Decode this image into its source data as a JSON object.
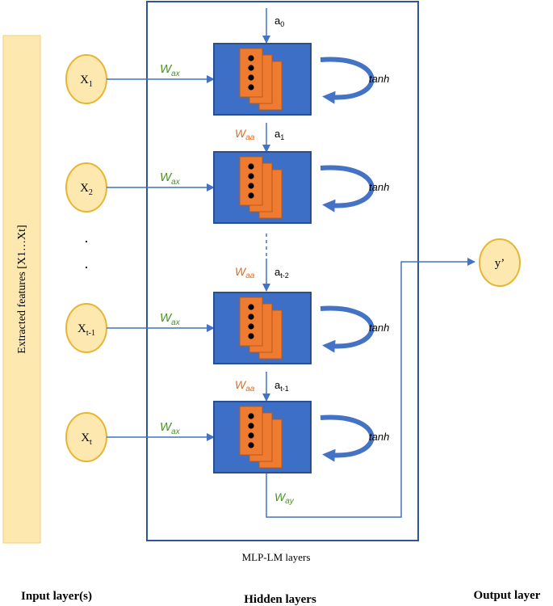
{
  "colors": {
    "input_band_fill": "#fde9b0",
    "input_band_stroke": "#f0cf7a",
    "node_fill": "#fde9b0",
    "node_stroke": "#e8b531",
    "frame_stroke": "#2f5597",
    "cell_fill": "#3d6fc6",
    "cell_stroke": "#2a4f8f",
    "inner_fill": "#ee7b30",
    "inner_stroke": "#b85a1a",
    "arrow": "#4472c4",
    "weight_green": "#4e8f2b",
    "weight_orange": "#e06c1f",
    "text": "#000000"
  },
  "input_band_label": "Extracted features  [X1…Xt]",
  "inputs": [
    {
      "base": "X",
      "sub": "1"
    },
    {
      "base": "X",
      "sub": "2"
    },
    {
      "base": "X",
      "sub": "t-1"
    },
    {
      "base": "X",
      "sub": "t"
    }
  ],
  "ellipsis_dots": [
    ".",
    "."
  ],
  "input_weight": {
    "base": "W",
    "sub": "ax"
  },
  "recurrent_weight": {
    "base": "W",
    "sub": "aa"
  },
  "output_weight": {
    "base": "W",
    "sub": "ay"
  },
  "activations": [
    {
      "base": "a",
      "sub": "0"
    },
    {
      "base": "a",
      "sub": "1"
    },
    {
      "base": "a",
      "sub": "t-2"
    },
    {
      "base": "a",
      "sub": "t-1"
    }
  ],
  "activation_fn": "tanh",
  "output_node": "y’",
  "frame_caption": "MLP-LM layers",
  "footer": {
    "input": "Input layer(s)",
    "hidden": "Hidden layers",
    "output": "Output layer"
  }
}
